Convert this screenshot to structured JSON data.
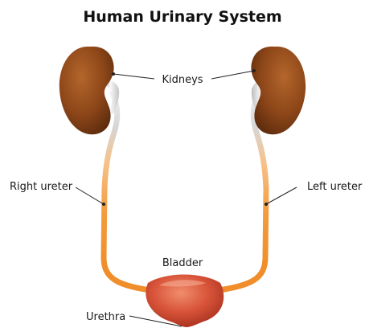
{
  "title": "Human Urinary System",
  "labels": {
    "kidneys": "Kidneys",
    "right_ureter": "Right ureter",
    "left_ureter": "Left ureter",
    "bladder": "Bladder",
    "urethra": "Urethra"
  },
  "colors": {
    "kidney": "#8a4518",
    "ureter_upper": "#e8e8e8",
    "ureter_lower": "#f29a3c",
    "bladder": "#c8412a",
    "leader_line": "#222222"
  }
}
